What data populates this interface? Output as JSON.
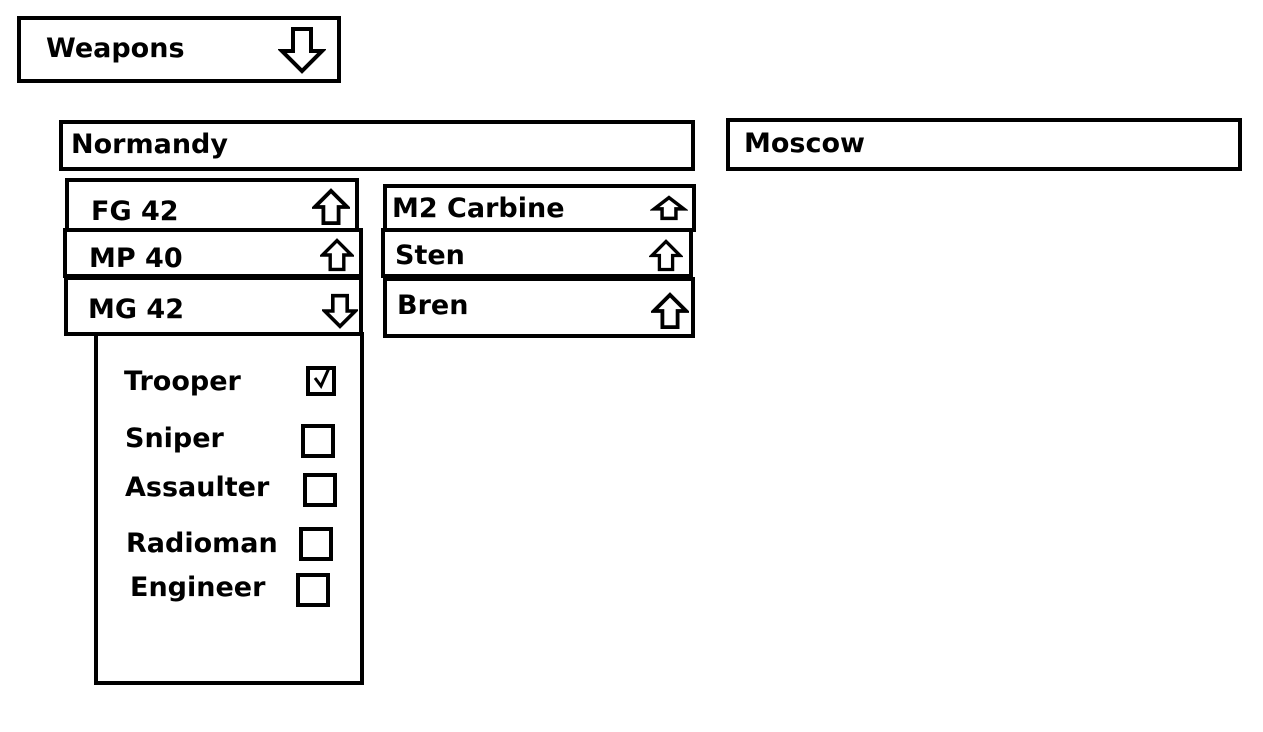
{
  "dropdown": {
    "label": "Weapons",
    "icon": "arrow-down-icon"
  },
  "maps": [
    {
      "label": "Normandy"
    },
    {
      "label": "Moscow"
    }
  ],
  "weapons_left": [
    {
      "label": "FG 42",
      "icon": "arrow-up-icon",
      "expanded": false
    },
    {
      "label": "MP 40",
      "icon": "arrow-up-icon",
      "expanded": false
    },
    {
      "label": "MG 42",
      "icon": "arrow-down-icon",
      "expanded": true
    }
  ],
  "weapons_right": [
    {
      "label": "M2 Carbine",
      "icon": "arrow-up-icon",
      "expanded": false
    },
    {
      "label": "Sten",
      "icon": "arrow-up-icon",
      "expanded": false
    },
    {
      "label": "Bren",
      "icon": "arrow-up-icon",
      "expanded": false
    }
  ],
  "classes": [
    {
      "label": "Trooper",
      "checked": true
    },
    {
      "label": "Sniper",
      "checked": false
    },
    {
      "label": "Assaulter",
      "checked": false
    },
    {
      "label": "Radioman",
      "checked": false
    },
    {
      "label": "Engineer",
      "checked": false
    }
  ]
}
